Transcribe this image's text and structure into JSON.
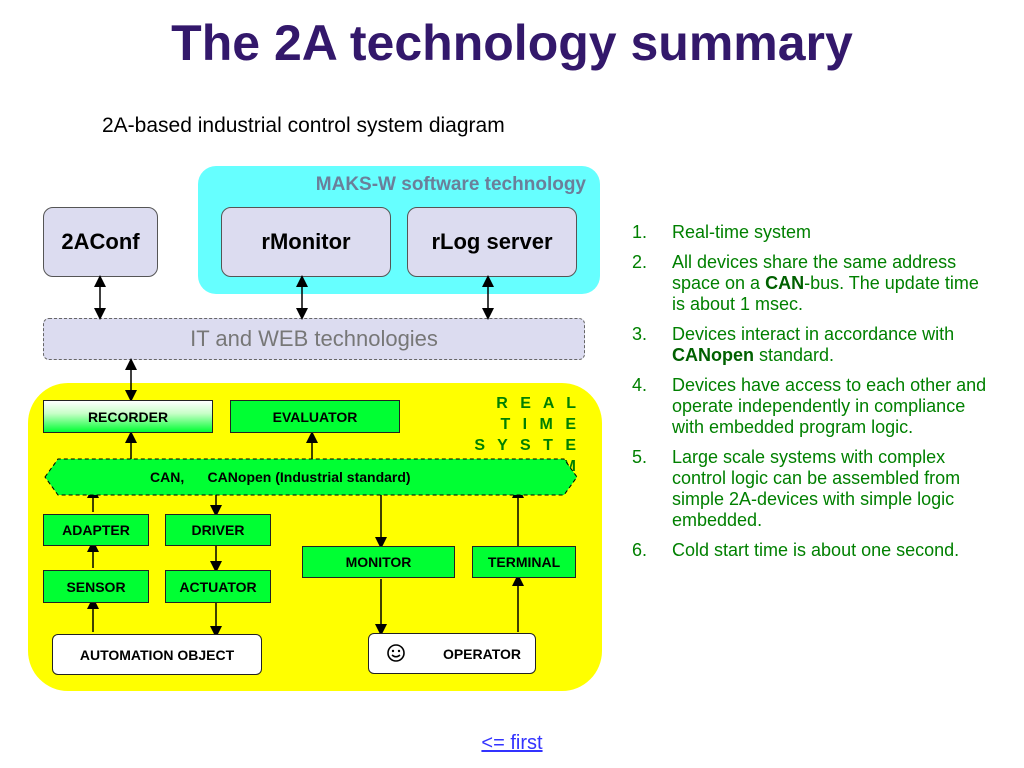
{
  "slide": {
    "title": "The 2A technology summary",
    "subtitle": "2A-based industrial control system diagram"
  },
  "diagram": {
    "maks_title": "MAKS-W software technology",
    "conf": "2AConf",
    "rmonitor": "rMonitor",
    "rlog": "rLog server",
    "it_web": "IT and WEB technologies",
    "rt_label": [
      "R E A L",
      "T I M E",
      "S Y S T E M"
    ],
    "recorder": "RECORDER",
    "evaluator": "EVALUATOR",
    "can_bus": "CAN,      CANopen (Industrial standard)",
    "adapter": "ADAPTER",
    "driver": "DRIVER",
    "sensor": "SENSOR",
    "actuator": "ACTUATOR",
    "monitor": "MONITOR",
    "terminal": "TERMINAL",
    "automation_object": "AUTOMATION OBJECT",
    "operator": "OPERATOR"
  },
  "points": [
    {
      "num": "1.",
      "pre": "Real-time system",
      "bold": "",
      "post": ""
    },
    {
      "num": "2.",
      "pre": "All devices share the same address space on a ",
      "bold": "CAN",
      "post": "-bus. The update time is about 1 msec."
    },
    {
      "num": "3.",
      "pre": "Devices interact in accordance with ",
      "bold": "CANopen",
      "post": " standard."
    },
    {
      "num": "4.",
      "pre": "Devices have access to each other and operate independently in compliance with embedded program logic.",
      "bold": "",
      "post": ""
    },
    {
      "num": "5.",
      "pre": "Large scale systems with complex control logic can be assembled from simple 2A-devices with simple logic embedded.",
      "bold": "",
      "post": ""
    },
    {
      "num": "6.",
      "pre": "Cold start time is about one second.",
      "bold": "",
      "post": ""
    }
  ],
  "nav": {
    "first": "<= first"
  },
  "colors": {
    "title": "#33186b",
    "maks_panel": "#66ffff",
    "rt_panel": "#ffff00",
    "device": "#00ff33",
    "text_green": "#008000"
  }
}
